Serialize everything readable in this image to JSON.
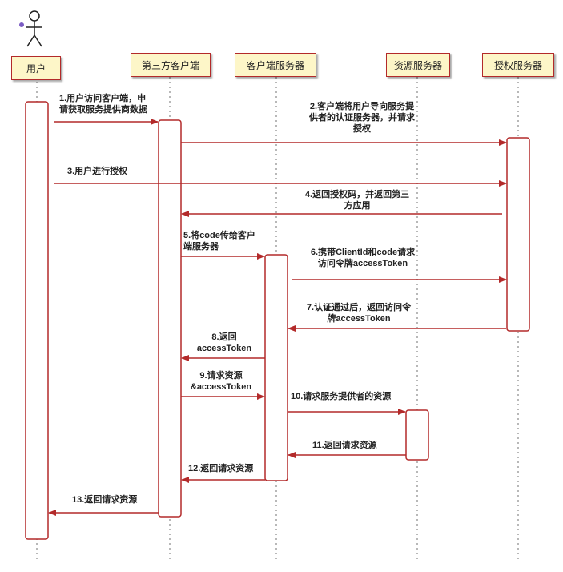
{
  "participants": {
    "user": "用户",
    "client": "第三方客户端",
    "client_server": "客户端服务器",
    "resource_server": "资源服务器",
    "auth_server": "授权服务器"
  },
  "messages": {
    "m1": {
      "l1": "1.用户访问客户端，申",
      "l2": "请获取服务提供商数据"
    },
    "m2": {
      "l1": "2.客户端将用户导向服务提",
      "l2": "供者的认证服务器，并请求",
      "l3": "授权"
    },
    "m3": {
      "l1": "3.用户进行授权"
    },
    "m4": {
      "l1": "4.返回授权码，并返回第三",
      "l2": "方应用"
    },
    "m5": {
      "l1": "5.将code传给客户",
      "l2": "端服务器"
    },
    "m6": {
      "l1": "6.携带ClientId和code请求",
      "l2": "访问令牌accessToken"
    },
    "m7": {
      "l1": "7.认证通过后，返回访问令",
      "l2": "牌accessToken"
    },
    "m8": {
      "l1": "8.返回",
      "l2": "accessToken"
    },
    "m9": {
      "l1": "9.请求资源",
      "l2": "&accessToken"
    },
    "m10": {
      "l1": "10.请求服务提供者的资源"
    },
    "m11": {
      "l1": "11.返回请求资源"
    },
    "m12": {
      "l1": "12.返回请求资源"
    },
    "m13": {
      "l1": "13.返回请求资源"
    }
  },
  "colors": {
    "line": "#b32a2a",
    "box_fill": "#fdf6c8",
    "actor_dot": "#7b5cc4"
  }
}
